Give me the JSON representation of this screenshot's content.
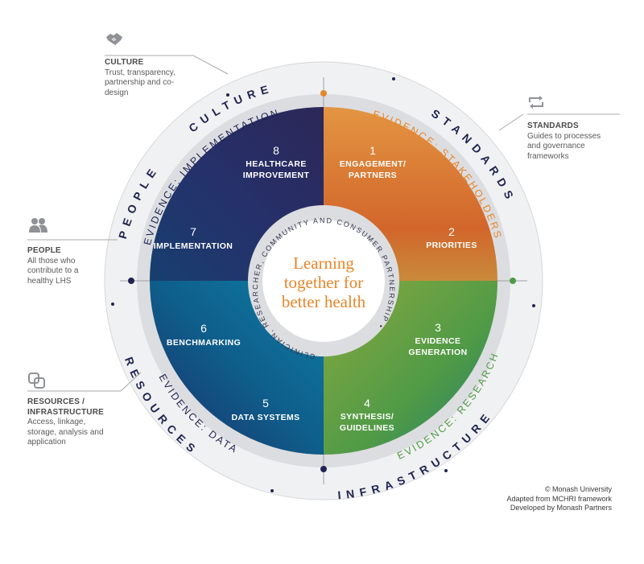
{
  "center": {
    "lines": [
      "Learning",
      "together for",
      "better health"
    ]
  },
  "outer_ring": [
    "CULTURE",
    "STANDARDS",
    "INFRASTRUCTURE",
    "RESOURCES",
    "PEOPLE"
  ],
  "evidence": {
    "stakeholders": "EVIDENCE: STAKEHOLDERS",
    "research": "EVIDENCE: RESEARCH",
    "data": "EVIDENCE: DATA",
    "implementation": "EVIDENCE: IMPLEMENTATION"
  },
  "inner_ring": "CLINICIAN, RESEARCHER, COMMUNITY AND CONSUMER PARTNERSHIP •",
  "stages": [
    {
      "num": "1",
      "lines": [
        "ENGAGEMENT/",
        "PARTNERS"
      ]
    },
    {
      "num": "2",
      "lines": [
        "PRIORITIES"
      ]
    },
    {
      "num": "3",
      "lines": [
        "EVIDENCE",
        "GENERATION"
      ]
    },
    {
      "num": "4",
      "lines": [
        "SYNTHESIS/",
        "GUIDELINES"
      ]
    },
    {
      "num": "5",
      "lines": [
        "DATA SYSTEMS"
      ]
    },
    {
      "num": "6",
      "lines": [
        "BENCHMARKING"
      ]
    },
    {
      "num": "7",
      "lines": [
        "IMPLEMENTATION"
      ]
    },
    {
      "num": "8",
      "lines": [
        "HEALTHCARE",
        "IMPROVEMENT"
      ]
    }
  ],
  "side_notes": {
    "culture": {
      "title": "CULTURE",
      "text": "Trust, transparency, partnership and co-design",
      "icon": "handshake-icon"
    },
    "standards": {
      "title": "STANDARDS",
      "text": "Guides to processes and governance frameworks",
      "icon": "repeat-arrows-icon"
    },
    "people": {
      "title": "PEOPLE",
      "text": "All those who contribute to a healthy LHS",
      "icon": "people-icon"
    },
    "resources": {
      "title": "RESOURCES / INFRASTRUCTURE",
      "text": "Access, linkage, storage, analysis and application",
      "icon": "linked-squares-icon"
    }
  },
  "credits": [
    "© Monash University",
    "Adapted from MCHRI framework",
    "Developed by Monash Partners"
  ],
  "colors": {
    "navy": "#1f2352",
    "orange": "#e8862a",
    "green": "#5a9b3a",
    "ring_gray": "#d9dadc",
    "outer_fill": "#f0f1f2"
  }
}
